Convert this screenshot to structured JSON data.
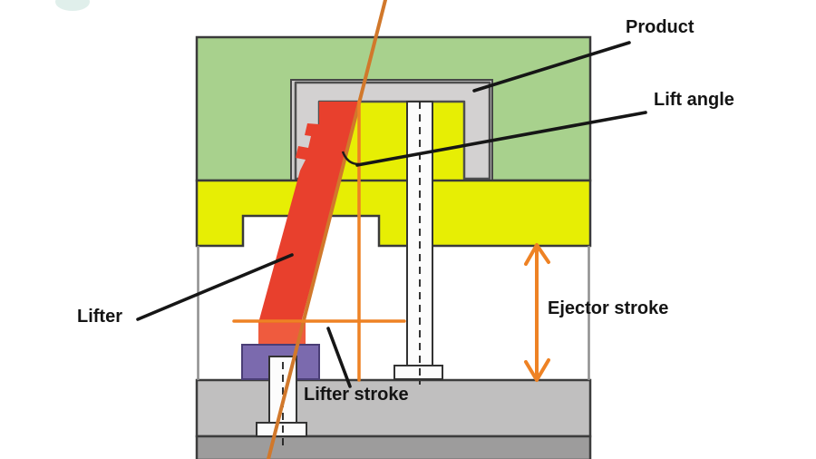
{
  "labels": {
    "product": "Product",
    "lift_angle": "Lift angle",
    "lifter": "Lifter",
    "lifter_stroke": "Lifter stroke",
    "ejector_stroke": "Ejector stroke"
  },
  "colors": {
    "cavity_plate_green": "#a8d18d",
    "core_plate_yellow": "#e7ee04",
    "product_gray": "#d3d1d1",
    "lifter_red": "#e8402d",
    "lifter_foot_salmon": "#ef5b3e",
    "coupling_purple": "#7b6aae",
    "plate_light_gray": "#c0bfbf",
    "plate_dark_gray": "#9d9c9c",
    "annotation_orange": "#ee8224",
    "axis_orange_dark": "#d1782b",
    "leader_black": "#161616"
  }
}
